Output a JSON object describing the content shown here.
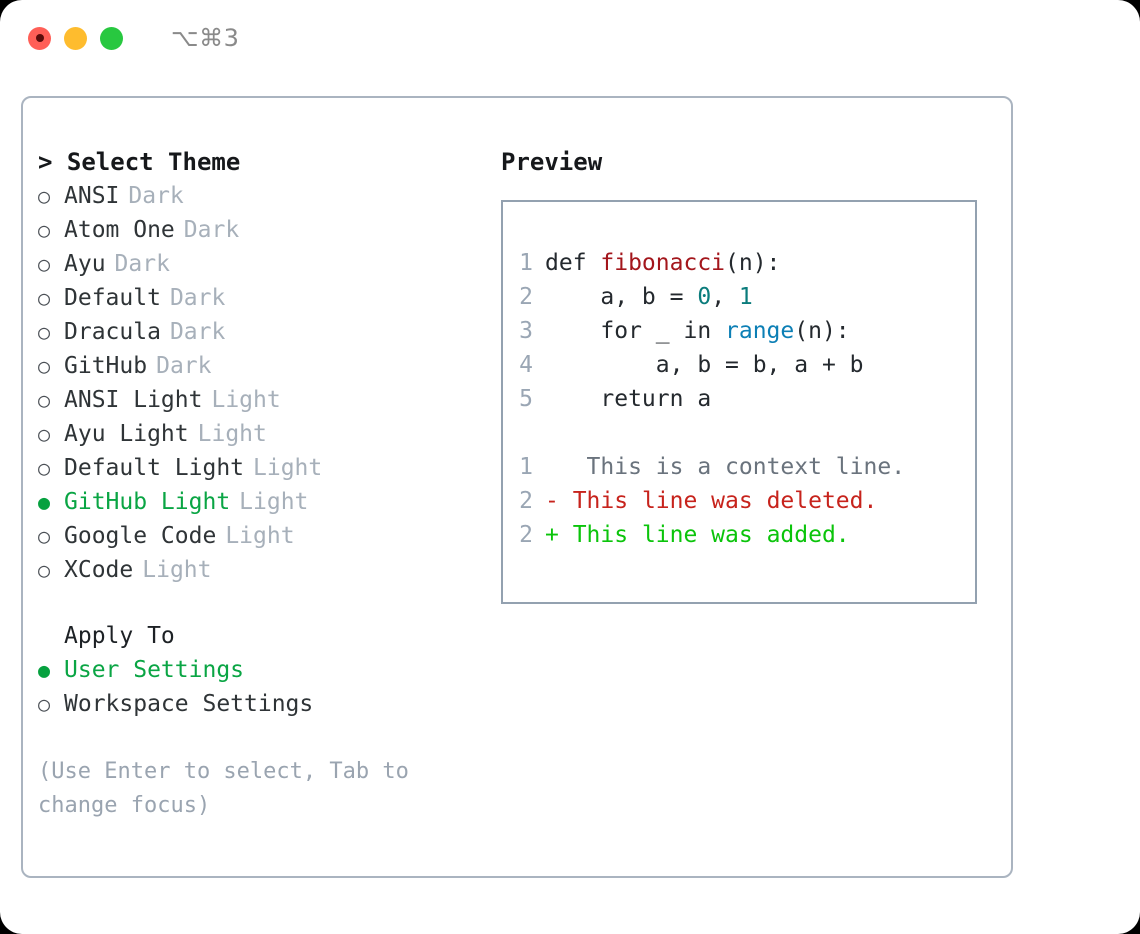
{
  "window": {
    "shortcut_label": "⌥⌘3",
    "traffic_lights": [
      {
        "name": "close",
        "color": "#ff5f57"
      },
      {
        "name": "minimize",
        "color": "#febc2e"
      },
      {
        "name": "maximize",
        "color": "#28c840"
      }
    ]
  },
  "left": {
    "heading": "> Select Theme",
    "themes": [
      {
        "bullet": "○",
        "name": "ANSI",
        "tag": "Dark",
        "selected": false
      },
      {
        "bullet": "○",
        "name": "Atom One",
        "tag": "Dark",
        "selected": false
      },
      {
        "bullet": "○",
        "name": "Ayu",
        "tag": "Dark",
        "selected": false
      },
      {
        "bullet": "○",
        "name": "Default",
        "tag": "Dark",
        "selected": false
      },
      {
        "bullet": "○",
        "name": "Dracula",
        "tag": "Dark",
        "selected": false
      },
      {
        "bullet": "○",
        "name": "GitHub",
        "tag": "Dark",
        "selected": false
      },
      {
        "bullet": "○",
        "name": "ANSI Light",
        "tag": "Light",
        "selected": false
      },
      {
        "bullet": "○",
        "name": "Ayu Light",
        "tag": "Light",
        "selected": false
      },
      {
        "bullet": "○",
        "name": "Default Light",
        "tag": "Light",
        "selected": false
      },
      {
        "bullet": "●",
        "name": "GitHub Light",
        "tag": "Light",
        "selected": true
      },
      {
        "bullet": "○",
        "name": "Google Code",
        "tag": "Light",
        "selected": false
      },
      {
        "bullet": "○",
        "name": "XCode",
        "tag": "Light",
        "selected": false
      }
    ],
    "apply_to": {
      "label": "Apply To",
      "options": [
        {
          "bullet": "●",
          "name": "User Settings",
          "selected": true
        },
        {
          "bullet": "○",
          "name": "Workspace Settings",
          "selected": false
        }
      ]
    },
    "hint": "(Use Enter to select, Tab to change focus)"
  },
  "right": {
    "heading": "Preview",
    "code_lines": [
      {
        "num": "1",
        "segments": [
          {
            "text": "def ",
            "style": "plain"
          },
          {
            "text": "fibonacci",
            "style": "fn"
          },
          {
            "text": "(n):",
            "style": "plain"
          }
        ]
      },
      {
        "num": "2",
        "segments": [
          {
            "text": "    a, b = ",
            "style": "plain"
          },
          {
            "text": "0",
            "style": "num"
          },
          {
            "text": ", ",
            "style": "plain"
          },
          {
            "text": "1",
            "style": "num"
          }
        ]
      },
      {
        "num": "3",
        "segments": [
          {
            "text": "    for _ in ",
            "style": "plain"
          },
          {
            "text": "range",
            "style": "call"
          },
          {
            "text": "(n):",
            "style": "plain"
          }
        ]
      },
      {
        "num": "4",
        "segments": [
          {
            "text": "        a, b = b, a + b",
            "style": "plain"
          }
        ]
      },
      {
        "num": "5",
        "segments": [
          {
            "text": "    return a",
            "style": "plain"
          }
        ]
      }
    ],
    "diff_lines": [
      {
        "num": "1",
        "marker": " ",
        "text": "  This is a context line.",
        "kind": "ctx"
      },
      {
        "num": "2",
        "marker": "-",
        "text": " This line was deleted.",
        "kind": "del"
      },
      {
        "num": "2",
        "marker": "+",
        "text": " This line was added.",
        "kind": "add"
      }
    ]
  },
  "colors": {
    "accent_green": "#0aa544",
    "diff_add_green": "#0bc40b",
    "diff_del_red": "#c7231c",
    "fn_red": "#a3161c",
    "num_teal": "#0b7c7c",
    "call_blue": "#0c7fb5",
    "muted": "#9aa4b0",
    "border": "#aab4c0"
  }
}
